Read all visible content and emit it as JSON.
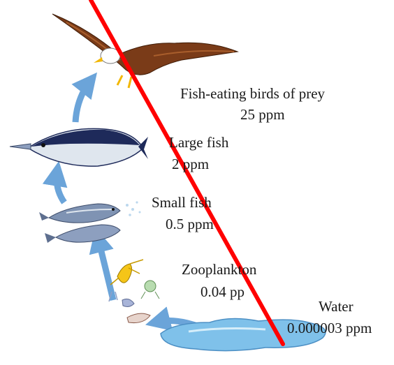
{
  "levels": [
    {
      "name": "Fish-eating birds of prey",
      "value": "25 ppm"
    },
    {
      "name": "Large fish",
      "value": "2 ppm"
    },
    {
      "name": "Small fish",
      "value": "0.5 ppm"
    },
    {
      "name": "Zooplankton",
      "value": "0.04 pp"
    },
    {
      "name": "Water",
      "value": "0.000003 ppm"
    }
  ],
  "colors": {
    "arrow": "#5b9bd5",
    "strike": "#ff0000",
    "water": "#7fc1ea",
    "eagle_body": "#7a3b18",
    "eagle_head": "#ffffff",
    "beak": "#f2b705",
    "tuna_back": "#1e2a5a",
    "tuna_belly": "#dfe6ee",
    "small_fish": "#7f93b3",
    "zooplankton": "#f5c518"
  },
  "icons": [
    "eagle-illustration",
    "tuna-illustration",
    "small-fish-illustration",
    "zooplankton-illustration",
    "water-puddle-illustration"
  ]
}
